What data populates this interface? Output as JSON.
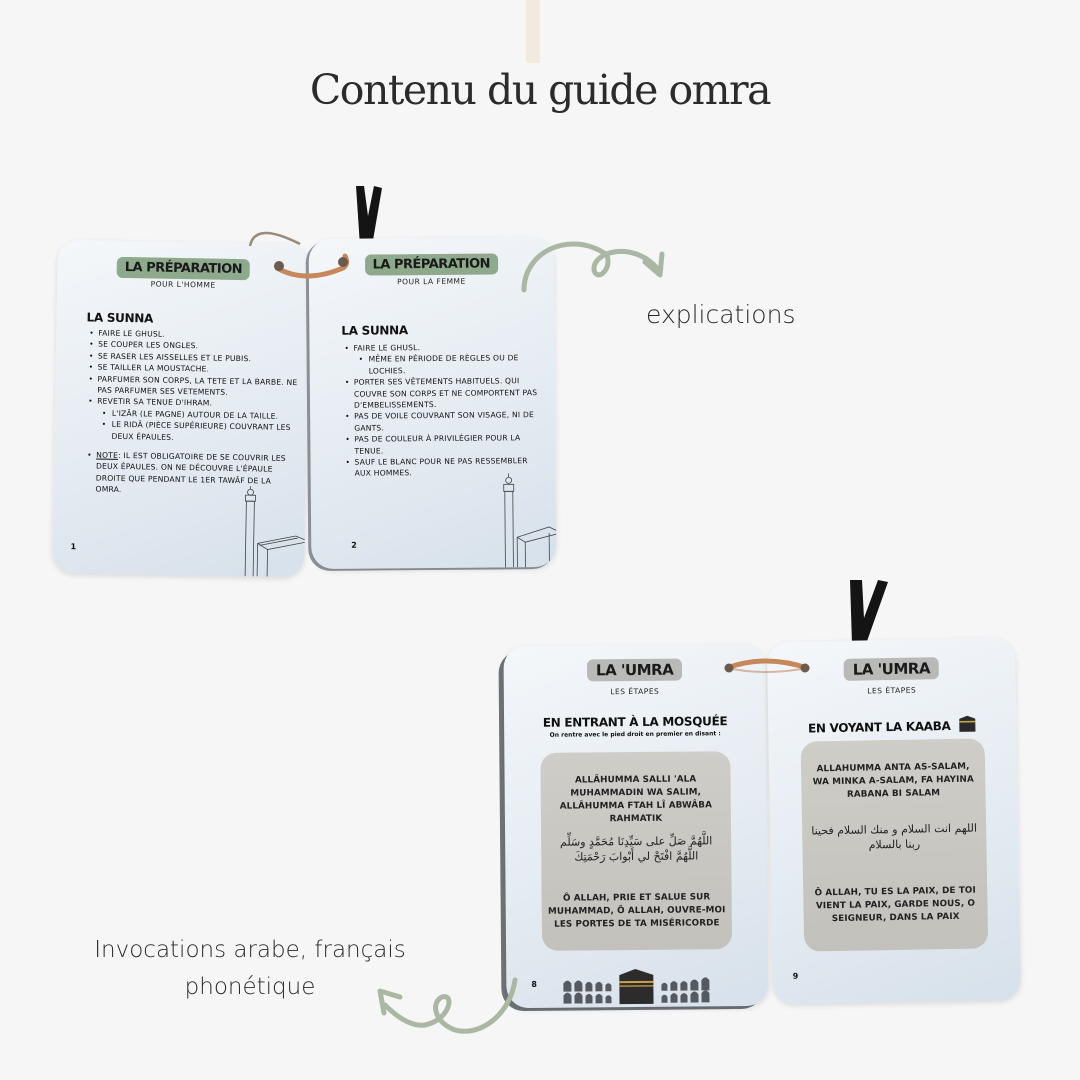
{
  "page": {
    "title": "Contenu du guide omra",
    "accent_color": "#a9b7a3",
    "background": "#f6f6f6"
  },
  "captions": {
    "explications": "explications",
    "invocations_line1": "Invocations arabe, français",
    "invocations_line2": "phonétique"
  },
  "cards": {
    "card1": {
      "pill": "LA PRÉPARATION",
      "pill_color": "#8ea98c",
      "subtitle": "POUR L'HOMME",
      "section": "LA SUNNA",
      "bullets": [
        "Faire le ghusl.",
        "Se couper les ongles.",
        "Se raser les aisselles et le pubis.",
        "Se tailler la moustache.",
        "Parfumer son corps, la tete et la barbe. Ne pas parfumer ses vetements.",
        "Revetir sa tenue d'ihram.",
        "L'izâr (le pagne) autour de la taille.",
        "Le ridâ (pièce supérieure) couvrant les deux épaules."
      ],
      "note_label": "Note",
      "note_text": ": il est obligatoire de se couvrir les deux épaules. On ne découvre l'épaule droite que pendant le 1er tawâf de la omra.",
      "page_number": "1"
    },
    "card2": {
      "pill": "LA PRÉPARATION",
      "pill_color": "#8ea98c",
      "subtitle": "POUR LA FEMME",
      "section": "LA SUNNA",
      "bullets": [
        "Faire le ghusl.",
        "Même en période de règles ou de lochies.",
        "Porter ses vêtements habituels. qui couvre son corps et ne comportent pas d'embelissements.",
        "Pas de voile couvrant son visage, ni de gants.",
        "Pas de couleur à privilégier pour la tenue.",
        "Sauf le blanc pour ne pas ressembler aux hommes."
      ],
      "page_number": "2"
    },
    "card8": {
      "pill": "LA 'UMRA",
      "pill_color": "#b9b9b7",
      "subtitle": "LES ÉTAPES",
      "heading": "EN ENTRANT À LA MOSQUÉE",
      "note": "On rentre avec le pied droit en premier en disant :",
      "phonetic": "ALLÂHUMMA SALLI 'ALA MUHAMMADIN WA SALIM, ALLÂHUMMA FTAH LÎ ABWÂBA RAHMATIK",
      "arabic": "اللَّهُمَّ صَلِّ على سَيِّدِنَا مُحَمَّدٍ وسَلِّم اللَّهُمَّ افْتَحْ لي أَبْوابَ رَحْمَتِكَ",
      "french": "Ô ALLAH, PRIE ET SALUE SUR MUHAMMAD, Ô ALLAH, OUVRE-MOI LES PORTES DE TA MISÉRICORDE",
      "page_number": "8"
    },
    "card9": {
      "pill": "LA 'UMRA",
      "pill_color": "#b9b9b7",
      "subtitle": "LES ÉTAPES",
      "heading": "EN VOYANT LA KAABA",
      "phonetic": "ALLAHUMMA ANTA AS-SALAM, WA MINKA A-SALAM, FA HAYINA RABANA BI SALAM",
      "arabic": "اللهم انت السلام و منك السلام فحينا ربنا بالسلام",
      "french": "Ô ALLAH, TU ES LA PAIX, DE TOI VIENT LA PAIX, GARDE NOUS, O SEIGNEUR, DANS LA PAIX",
      "page_number": "9"
    }
  },
  "icons": {
    "arrow_explications": "curly-arrow-right",
    "arrow_invocations": "curly-arrow-left",
    "kaaba": "kaaba-icon",
    "minaret": "minaret-line-drawing"
  }
}
